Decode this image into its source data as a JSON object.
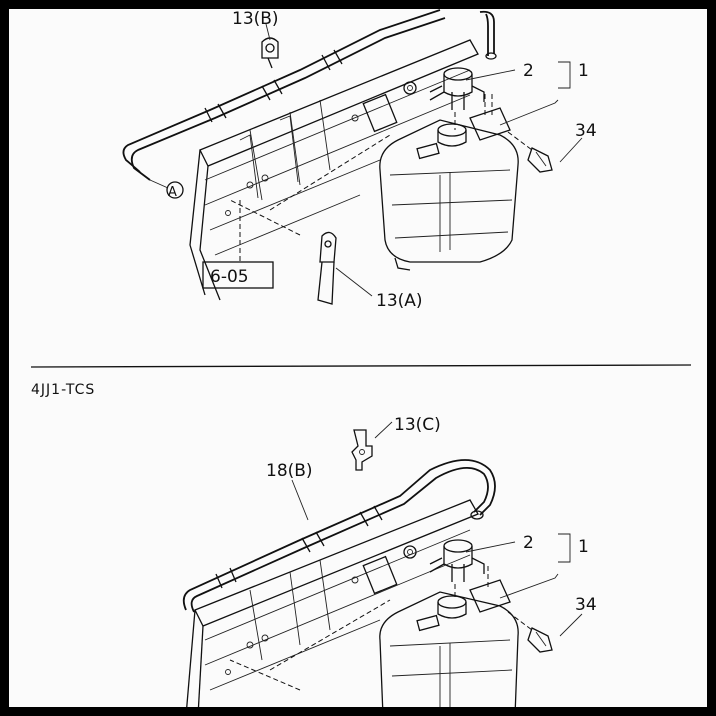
{
  "upper_view": {
    "labels": {
      "part_13b": "13(B)",
      "part_2": "2",
      "part_1": "1",
      "part_34": "34",
      "callout_a": "A",
      "ref_box": "6-05",
      "part_13a": "13(A)"
    }
  },
  "section_title": "4JJ1-TCS",
  "lower_view": {
    "labels": {
      "part_13c": "13(C)",
      "part_18b": "18(B)",
      "part_2": "2",
      "part_1": "1",
      "part_34": "34"
    }
  }
}
